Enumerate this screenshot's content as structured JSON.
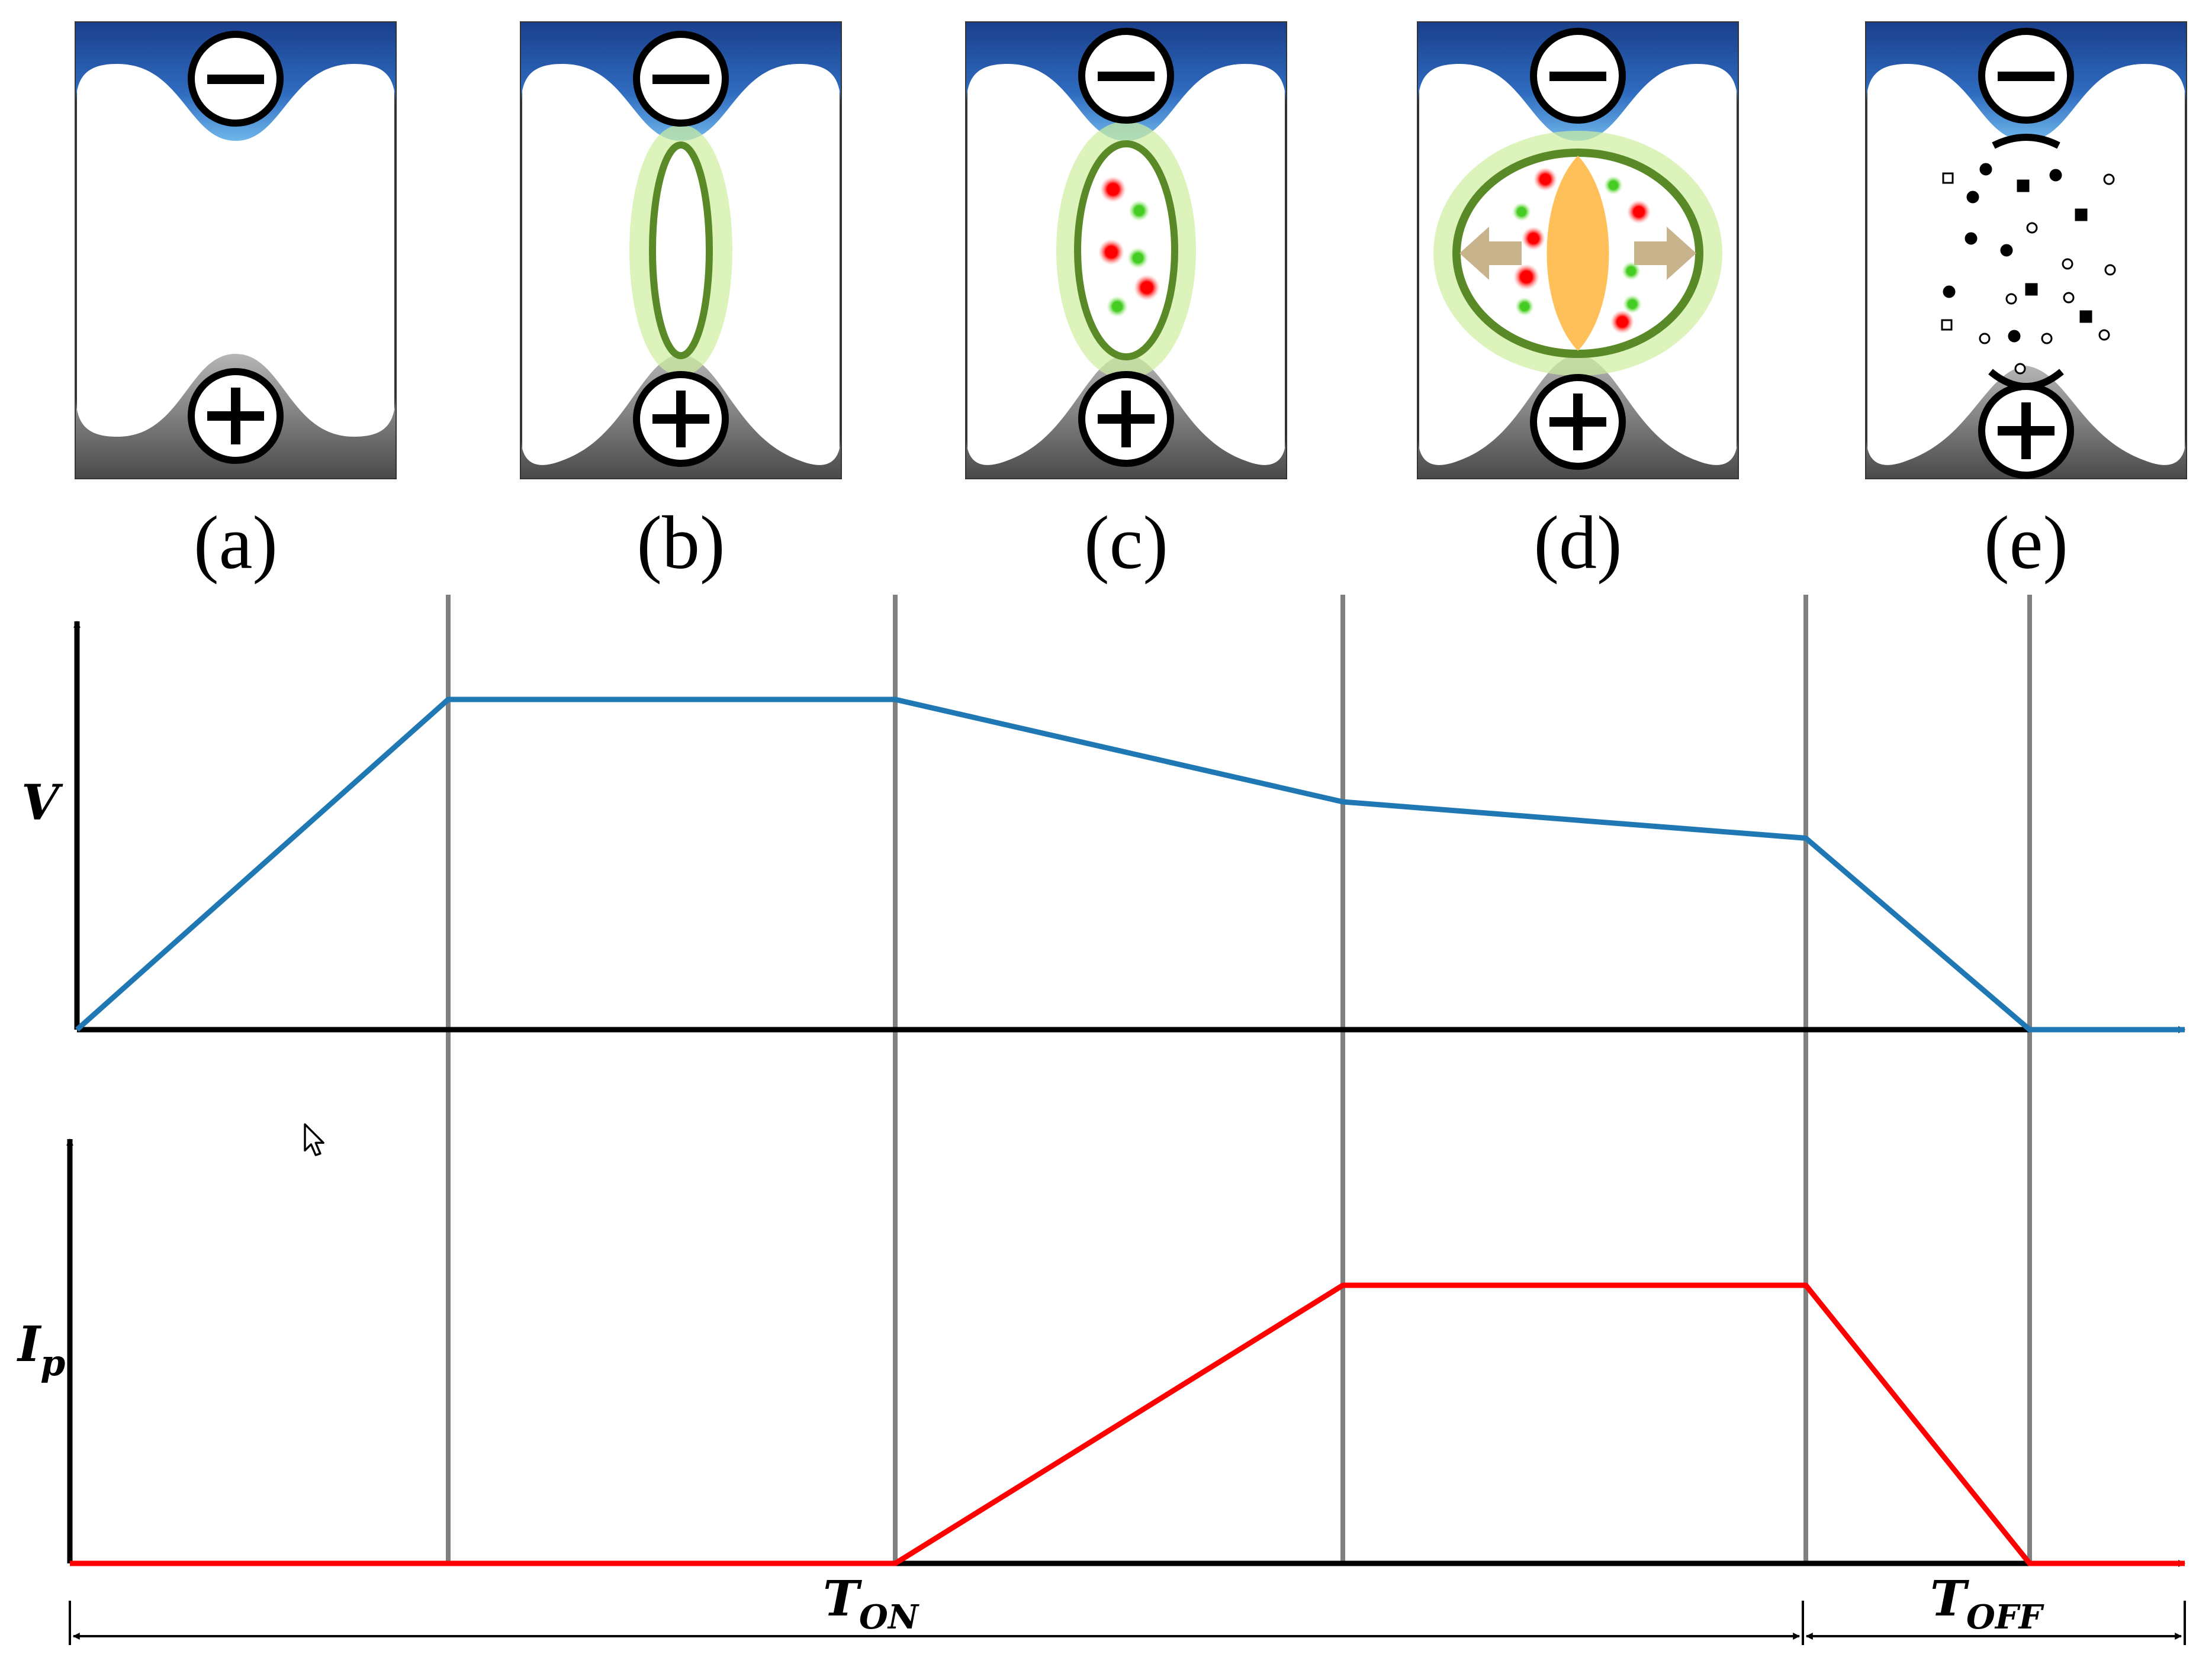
{
  "panels": [
    {
      "label": "(a)",
      "stage": "electrodes-apart"
    },
    {
      "label": "(b)",
      "stage": "channel-ionization"
    },
    {
      "label": "(c)",
      "stage": "plasma-with-particles"
    },
    {
      "label": "(d)",
      "stage": "plasma-expansion"
    },
    {
      "label": "(e)",
      "stage": "debris-after-discharge"
    }
  ],
  "electrode_symbols": {
    "top": "−",
    "bottom": "+"
  },
  "axes": {
    "voltage_label": "V",
    "current_label": "I",
    "current_subscript": "p"
  },
  "timing": {
    "on_label": "T",
    "on_subscript": "ON",
    "off_label": "T",
    "off_subscript": "OFF"
  },
  "colors": {
    "voltage_line": "#1f78b4",
    "current_line": "#ff0000",
    "phase_divider": "#808080",
    "plasma_ring": "#5a8a28",
    "plasma_glow": "#b8e07a",
    "core": "#ffc05a",
    "arrow": "#c8b48c",
    "electrode_top": "#1f4fa0",
    "electrode_bottom": "#5a5a5a"
  },
  "chart_data": [
    {
      "type": "line",
      "name": "voltage",
      "x": [
        0,
        1,
        2,
        3,
        4,
        5,
        5.35
      ],
      "y": [
        0,
        1.0,
        1.0,
        0.69,
        0.58,
        0,
        0
      ],
      "xlim": [
        0,
        5.35
      ],
      "ylim": [
        0,
        1.25
      ]
    },
    {
      "type": "line",
      "name": "current",
      "x": [
        0,
        1,
        2,
        3,
        4,
        5,
        5.35
      ],
      "y": [
        0,
        0,
        0,
        1.0,
        1.0,
        0,
        0
      ],
      "xlim": [
        0,
        5.35
      ],
      "ylim": [
        0,
        1.5
      ]
    }
  ]
}
